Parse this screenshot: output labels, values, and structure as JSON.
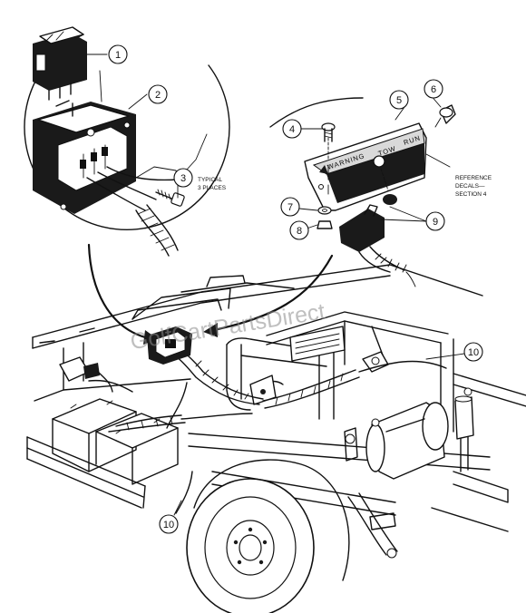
{
  "watermark": "GolfCartPartsDirect",
  "callouts": [
    {
      "id": "c1",
      "label": "1"
    },
    {
      "id": "c2",
      "label": "2"
    },
    {
      "id": "c3",
      "label": "3"
    },
    {
      "id": "c4",
      "label": "4"
    },
    {
      "id": "c5",
      "label": "5"
    },
    {
      "id": "c6",
      "label": "6"
    },
    {
      "id": "c7",
      "label": "7"
    },
    {
      "id": "c8",
      "label": "8"
    },
    {
      "id": "c9",
      "label": "9"
    },
    {
      "id": "c10a",
      "label": "10"
    },
    {
      "id": "c10b",
      "label": "10"
    }
  ],
  "notes": {
    "typical_line1": "TYPICAL",
    "typical_line2": "3 PLACES",
    "reference_line1": "REFERENCE",
    "reference_line2": "DECALS—",
    "reference_line3": "SECTION 4"
  },
  "decal": {
    "warning": "WARNING",
    "tow": "TOW",
    "run": "RUN"
  },
  "colors": {
    "line": "#111111",
    "background": "#ffffff",
    "watermark": "#8a8a8a"
  }
}
